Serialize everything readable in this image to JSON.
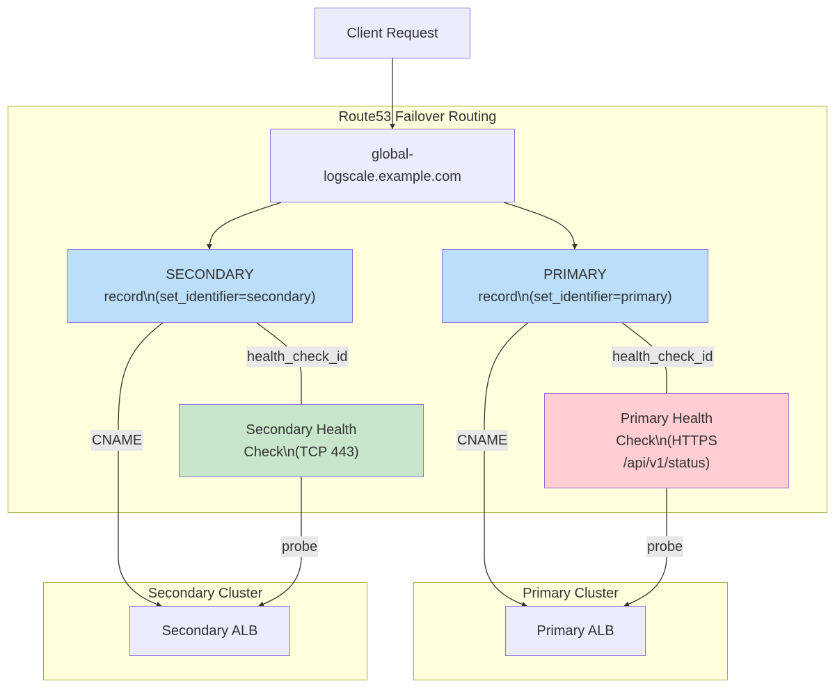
{
  "clusters": {
    "route53": "Route53 Failover Routing",
    "secondary": "Secondary Cluster",
    "primary": "Primary Cluster"
  },
  "nodes": {
    "client": "Client Request",
    "global": "global-\nlogscale.example.com",
    "secondary_record": "SECONDARY\nrecord\\n(set_identifier=secondary)",
    "primary_record": "PRIMARY\nrecord\\n(set_identifier=primary)",
    "secondary_hc": "Secondary Health\nCheck\\n(TCP 443)",
    "primary_hc": "Primary Health\nCheck\\n(HTTPS\n/api/v1/status)",
    "secondary_alb": "Secondary ALB",
    "primary_alb": "Primary ALB"
  },
  "edge_labels": {
    "secondary_hc_link": "health_check_id",
    "primary_hc_link": "health_check_id",
    "secondary_cname": "CNAME",
    "primary_cname": "CNAME",
    "secondary_probe": "probe",
    "primary_probe": "probe"
  },
  "colors": {
    "default_node": "#ececff",
    "record_node": "#bbdefb",
    "healthy_check": "#c8e6c9",
    "failing_check": "#ffcdd2",
    "cluster_fill": "#ffffde",
    "node_border": "#9370db"
  }
}
